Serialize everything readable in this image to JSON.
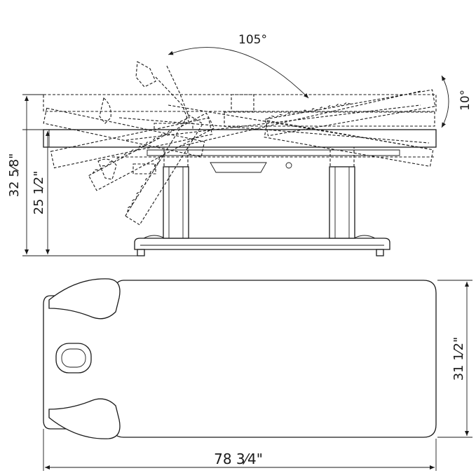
{
  "side_view": {
    "angle_head": "105°",
    "angle_foot": "10°",
    "height_max": "32 5⁄8\"",
    "height_min": "25 1⁄2\""
  },
  "top_view": {
    "width": "31 1⁄2\"",
    "length": "78 3⁄4\""
  }
}
